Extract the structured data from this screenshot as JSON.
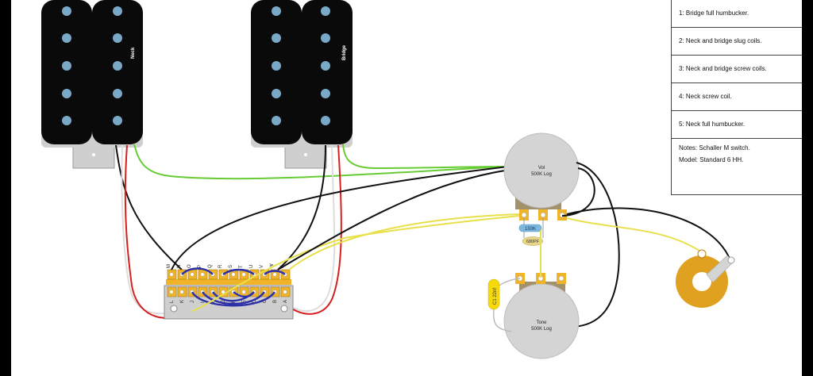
{
  "pickups": {
    "neck_label": "Neck",
    "bridge_label": "Bridge"
  },
  "pots": {
    "volume": {
      "name": "Vol",
      "value": "500K Log"
    },
    "tone": {
      "name": "Tone",
      "value": "500K Log"
    }
  },
  "components": {
    "resistor": "150K",
    "small_cap": "680PF",
    "tone_cap": "C1 22nf"
  },
  "switch": {
    "top_letters": [
      "M",
      "N",
      "O",
      "P",
      "Q",
      "R",
      "S",
      "T",
      "U",
      "V",
      "W",
      "X"
    ],
    "bottom_letters": [
      "L",
      "K",
      "J",
      "I",
      "H",
      "G",
      "F",
      "E",
      "D",
      "C",
      "B",
      "A"
    ]
  },
  "legend": {
    "positions": [
      "1: Bridge full humbucker.",
      "2: Neck and bridge slug coils.",
      "3: Neck and bridge screw coils.",
      "4: Neck screw coil.",
      "5: Neck full humbucker."
    ],
    "notes": "Notes: Schaller M switch.",
    "model": "Model: Standard 6 HH."
  },
  "colors": {
    "green_wire": "#66cc33",
    "yellow_wire": "#e8e04a",
    "red_wire": "#d61f1f",
    "blue_jumper": "#2b2fa8",
    "switch_lug": "#f0b429",
    "pot_body": "#d4d4d4",
    "jack": "#e0a020"
  }
}
